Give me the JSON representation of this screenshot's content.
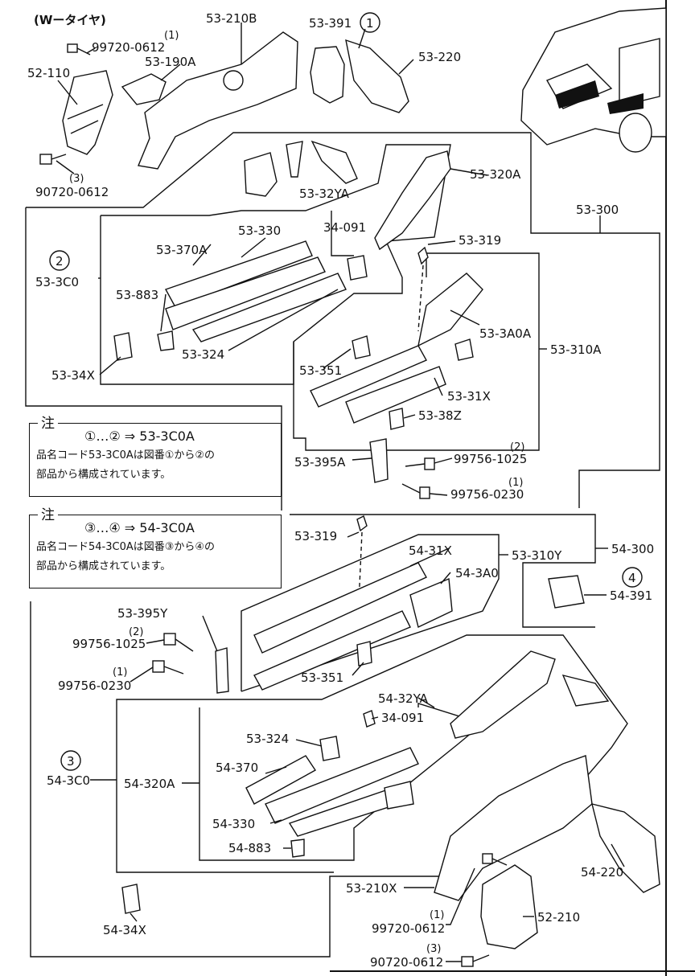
{
  "header": "(Wータイヤ)",
  "notes": [
    {
      "title": "注",
      "line1": "①…② ⇒ 53-3C0A",
      "line2": "品名コード53-3C0Aは図番①から②の",
      "line3": "部品から構成されています。"
    },
    {
      "title": "注",
      "line1": "③…④ ⇒ 54-3C0A",
      "line2": "品名コード54-3C0Aは図番③から④の",
      "line3": "部品から構成されています。"
    }
  ],
  "labels": {
    "l_53_210B": "53-210B",
    "l_53_391": "53-391",
    "l_53_391_c": "1",
    "l_53_220": "53-220",
    "l_1a": "(1)",
    "l_99720_0612a": "99720-0612",
    "l_53_190A": "53-190A",
    "l_52_110": "52-110",
    "l_3a": "(3)",
    "l_90720_0612a": "90720-0612",
    "l_53_320A": "53-320A",
    "l_53_32YA": "53-32YA",
    "l_34_091a": "34-091",
    "l_53_300": "53-300",
    "l_53_330": "53-330",
    "l_53_370A": "53-370A",
    "l_53_319a": "53-319",
    "l_c2": "2",
    "l_53_3C0": "53-3C0",
    "l_53_883": "53-883",
    "l_53_3A0A": "53-3A0A",
    "l_53_324a": "53-324",
    "l_53_310A": "53-310A",
    "l_53_34X": "53-34X",
    "l_53_351a": "53-351",
    "l_53_31Xa": "53-31X",
    "l_53_38Z": "53-38Z",
    "l_2a": "(2)",
    "l_53_395A": "53-395A",
    "l_99756_1025a": "99756-1025",
    "l_1b": "(1)",
    "l_99756_0230a": "99756-0230",
    "l_53_319b": "53-319",
    "l_54_31X": "54-31X",
    "l_53_310Y": "53-310Y",
    "l_54_300": "54-300",
    "l_54_3A0": "54-3A0",
    "l_c4": "4",
    "l_54_391": "54-391",
    "l_53_395Y": "53-395Y",
    "l_2b": "(2)",
    "l_99756_1025b": "99756-1025",
    "l_1c": "(1)",
    "l_99756_0230b": "99756-0230",
    "l_53_351b": "53-351",
    "l_54_32YA": "54-32YA",
    "l_34_091b": "34-091",
    "l_53_324b": "53-324",
    "l_c3": "3",
    "l_54_3C0": "54-3C0",
    "l_54_320A": "54-320A",
    "l_54_370": "54-370",
    "l_54_330": "54-330",
    "l_54_883": "54-883",
    "l_54_220": "54-220",
    "l_53_210X": "53-210X",
    "l_1d": "(1)",
    "l_99720_0612b": "99720-0612",
    "l_52_210": "52-210",
    "l_54_34X": "54-34X",
    "l_3b": "(3)",
    "l_90720_0612b": "90720-0612"
  }
}
